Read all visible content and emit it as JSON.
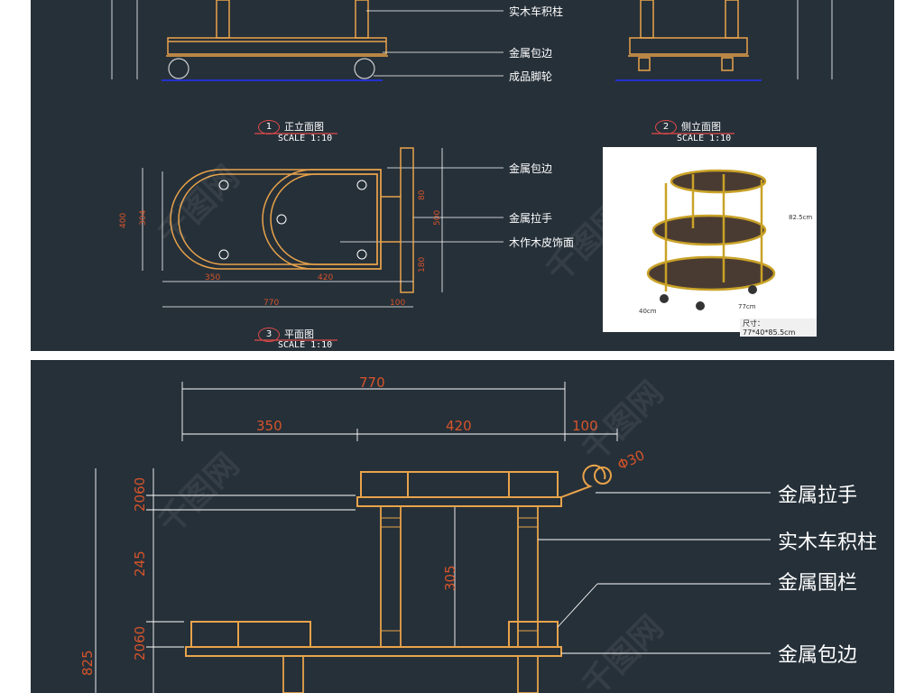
{
  "top": {
    "callouts": [
      "实木车积柱",
      "金属包边",
      "成品脚轮",
      "金属包边",
      "金属拉手",
      "木作木皮饰面"
    ],
    "views": [
      {
        "num": "1",
        "name": "正立面图",
        "scale": "SCALE 1:10"
      },
      {
        "num": "2",
        "name": "侧立面图",
        "scale": "SCALE 1:10"
      },
      {
        "num": "3",
        "name": "平面图",
        "scale": "SCALE 1:10"
      }
    ],
    "dims": {
      "total_len": "770",
      "seg1": "350",
      "seg2": "420",
      "seg3": "100",
      "width_outer": "400",
      "width_inner": "304",
      "side_a": "80",
      "side_b": "500",
      "side_c": "180"
    },
    "photo": {
      "height_label": "82.5cm",
      "length_label": "77cm",
      "width_label": "40cm",
      "size_caption": "尺寸：77*40*85.5cm"
    }
  },
  "bottom": {
    "callouts": [
      "金属拉手",
      "实木车积柱",
      "金属围栏",
      "金属包边"
    ],
    "dims": {
      "total": "770",
      "seg1": "350",
      "seg2": "420",
      "seg3": "100",
      "dia": "Φ30",
      "h1": "2060",
      "h2": "245",
      "h3": "2060",
      "post": "305",
      "overall": "825"
    }
  },
  "colors": {
    "background": "#263039",
    "line": "#ffffff",
    "accent": "#d5542a",
    "frame": "#e8a34a"
  }
}
